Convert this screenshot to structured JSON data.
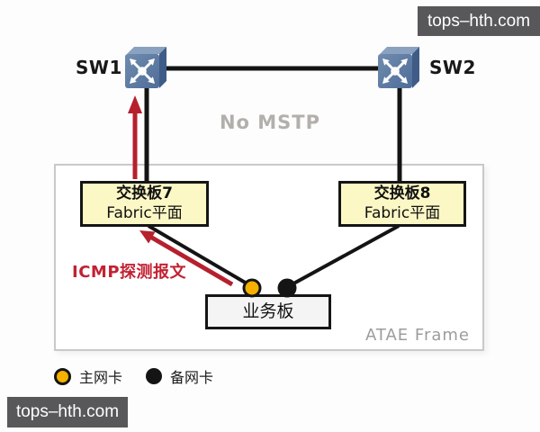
{
  "watermarks": {
    "top_right": "tops–hth.com",
    "bottom_left": "tops–hth.com"
  },
  "devices": {
    "sw1": {
      "label": "SW1"
    },
    "sw2": {
      "label": "SW2"
    }
  },
  "link_note": "No MSTP",
  "frame": {
    "label": "ATAE Frame"
  },
  "boards": {
    "switch_board_7": {
      "title": "交换板7",
      "subtitle": "Fabric平面"
    },
    "switch_board_8": {
      "title": "交换板8",
      "subtitle": "Fabric平面"
    },
    "service_board": {
      "title": "业务板"
    }
  },
  "annotations": {
    "icmp_probe": "ICMP探测报文"
  },
  "legend": {
    "primary_nic": {
      "label": "主网卡",
      "dot": "yellow-filled-circle"
    },
    "backup_nic": {
      "label": "备网卡",
      "dot": "black-filled-circle"
    }
  },
  "icons": {
    "switch": "3d-box-with-crossed-white-arrows"
  },
  "colors": {
    "line-black": "#141414",
    "accent-red": "#b6202d",
    "icmp-red": "#c22233",
    "board-yellow": "#fcf8c5",
    "dot-yellow": "#f5b000",
    "service-fill": "#f4f4f4",
    "frame-border": "#c9c9c9",
    "frame-text": "#9c9c9c",
    "note-gray": "#b2afac",
    "watermark-bg": "#58585a",
    "switch-front-a": "#708cae",
    "switch-front-b": "#4e6d99",
    "switch-top": "#8aa2bf",
    "switch-side": "#3e5c87"
  }
}
